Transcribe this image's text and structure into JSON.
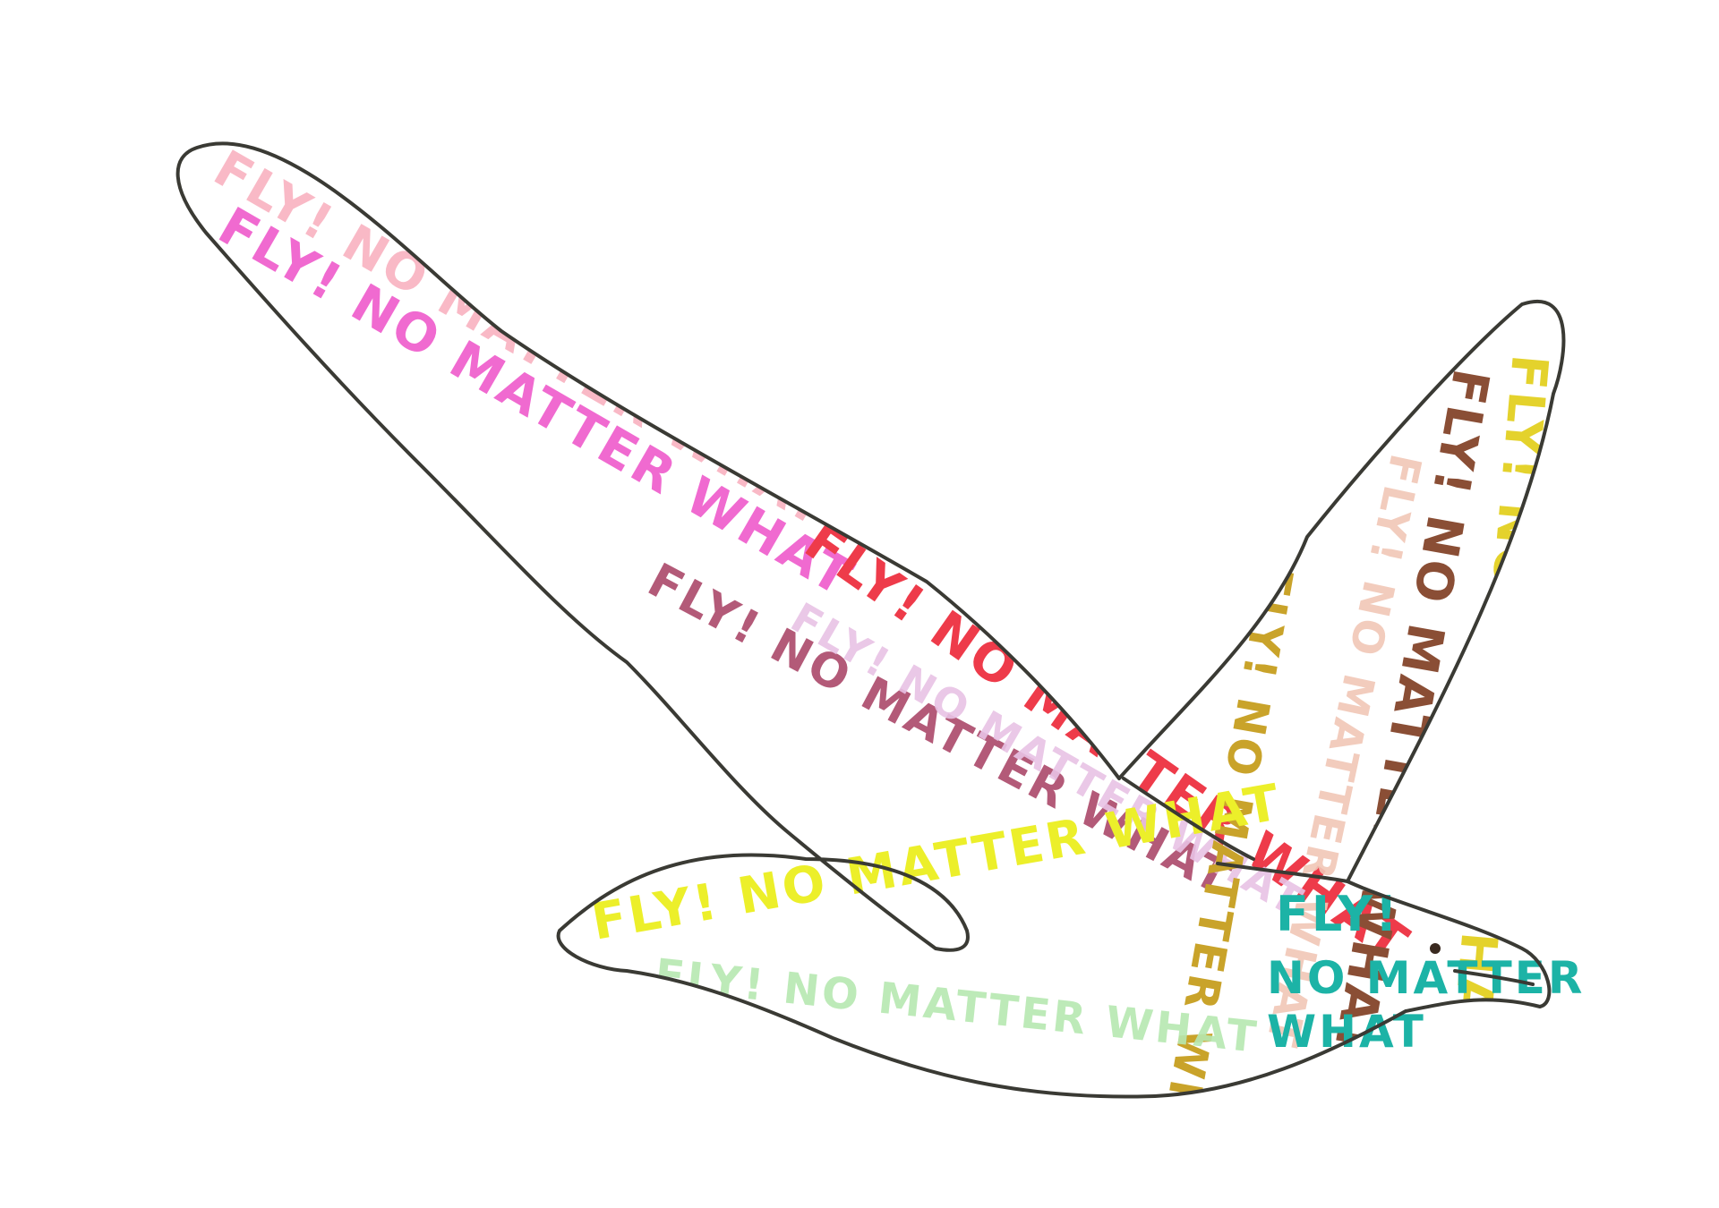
{
  "artwork": {
    "subject": "bird-outline",
    "outline_color": "#3a3a34",
    "eye_color": "#3a2a20",
    "lettering": [
      {
        "text": "FLY! NO MATTER WHAT",
        "color": "#f7a8b8",
        "opacity": 0.8,
        "region": "upper-wing"
      },
      {
        "text": "FLY! NO MATTER WHAT",
        "color": "#f06ad0",
        "opacity": 1.0,
        "region": "upper-wing"
      },
      {
        "text": "FLY! NO MATTER WHAT",
        "color": "#ee3b4a",
        "opacity": 1.0,
        "region": "upper-wing"
      },
      {
        "text": "FLY! NO MATTER WHAT",
        "color": "#b35a78",
        "opacity": 1.0,
        "region": "upper-wing"
      },
      {
        "text": "FLY! NO MATTER WHAT",
        "color": "#e8c2e4",
        "opacity": 0.9,
        "region": "upper-wing"
      },
      {
        "text": "FLY! NO MATTER WHAT",
        "color": "#e4d22c",
        "opacity": 1.0,
        "region": "far-wing"
      },
      {
        "text": "FLY! NO MATTER WHAT",
        "color": "#8a4e35",
        "opacity": 1.0,
        "region": "far-wing"
      },
      {
        "text": "FLY! NO MATTER WHAT",
        "color": "#f1c6b6",
        "opacity": 0.9,
        "region": "far-wing"
      },
      {
        "text": "FLY! NO MATTER WHAT",
        "color": "#c9a32a",
        "opacity": 1.0,
        "region": "far-wing"
      },
      {
        "text": "FLY! NO MATTER WHAT",
        "color": "#ecef2a",
        "opacity": 1.0,
        "region": "lower-wing"
      },
      {
        "text": "FLY! NO MATTER WHAT",
        "color": "#b6e8b0",
        "opacity": 0.9,
        "region": "lower-wing"
      },
      {
        "text": "FLY!",
        "color": "#1cb3a6",
        "opacity": 1.0,
        "region": "head"
      },
      {
        "text": "NO MATTER",
        "color": "#1cb3a6",
        "opacity": 1.0,
        "region": "head"
      },
      {
        "text": "WHAT",
        "color": "#1cb3a6",
        "opacity": 1.0,
        "region": "head"
      }
    ]
  }
}
